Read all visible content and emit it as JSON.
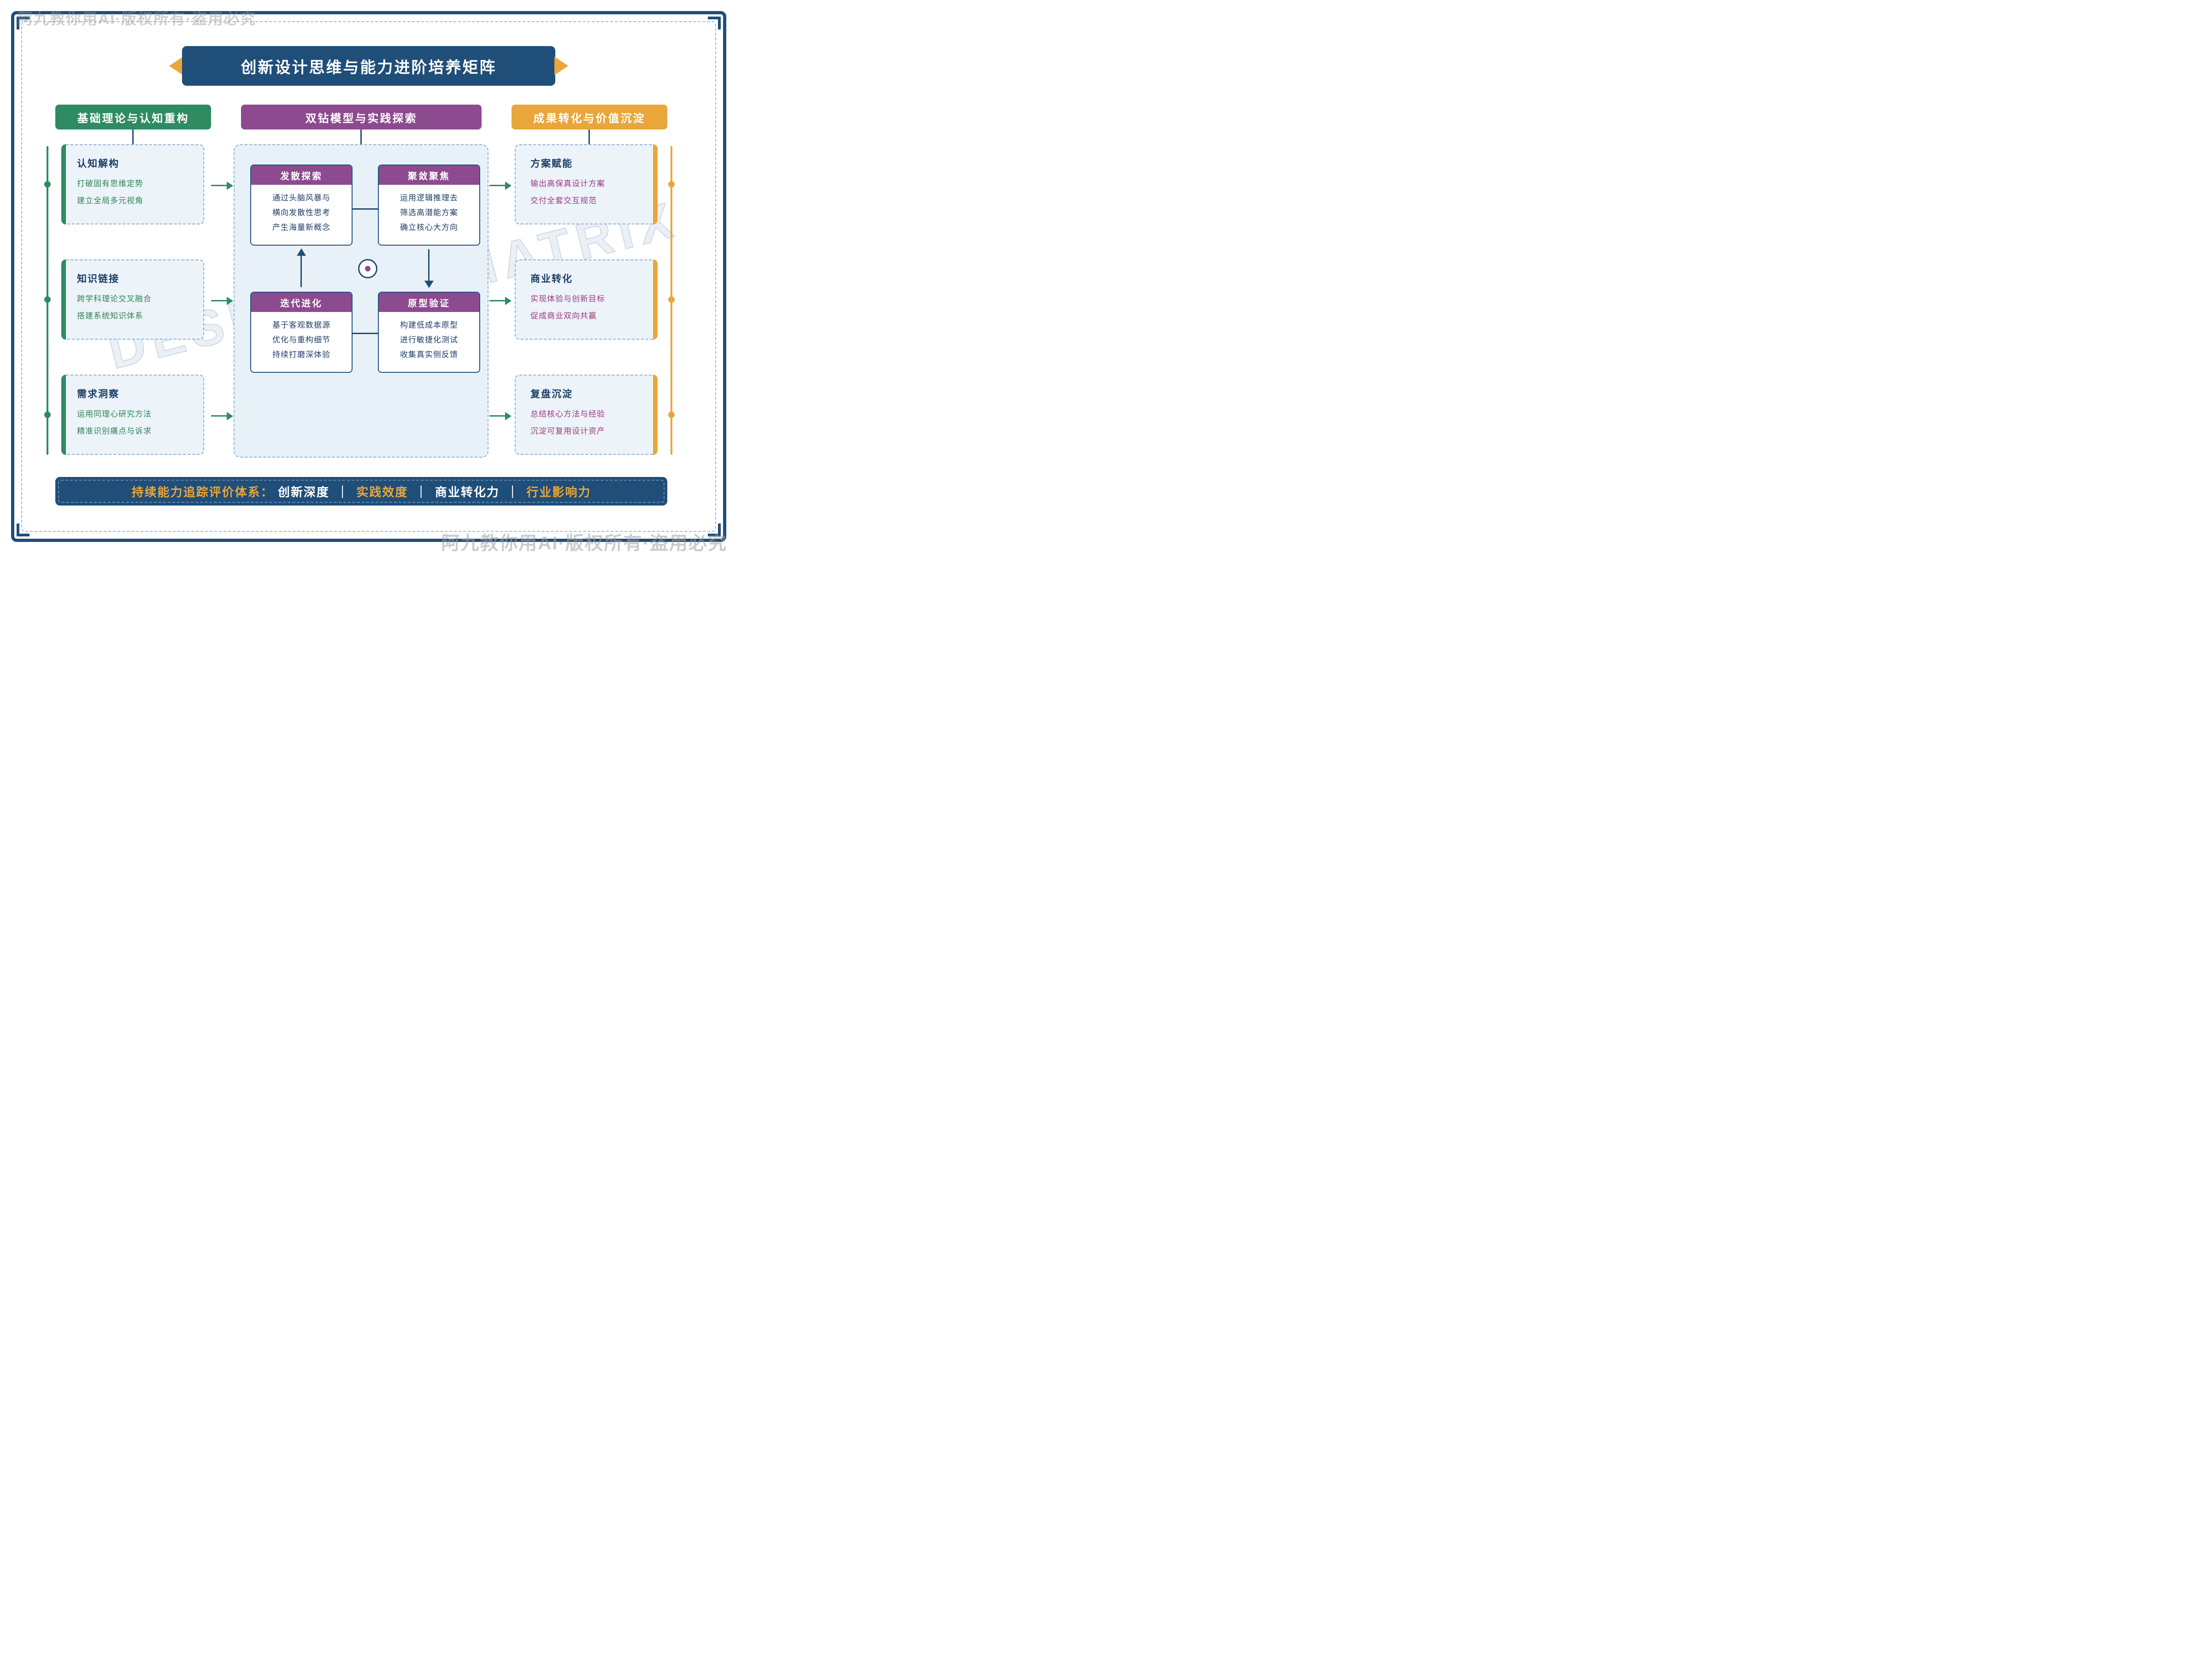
{
  "title_banner": {
    "text": "创新设计思维与能力进阶培养矩阵"
  },
  "watermarks": {
    "copyright_top": "阿九教你用AI·版权所有·盗用必究",
    "copyright_bottom": "阿九教你用AI·版权所有·盗用必究",
    "bg_left": "DESIGN",
    "bg_right": "MATRIX"
  },
  "left_column": {
    "header": "基础理论与认知重构",
    "cards": [
      {
        "title": "认知解构",
        "lines": [
          "打破固有思维定势",
          "建立全局多元视角"
        ]
      },
      {
        "title": "知识链接",
        "lines": [
          "跨学科理论交叉融合",
          "搭建系统知识体系"
        ]
      },
      {
        "title": "需求洞察",
        "lines": [
          "运用同理心研究方法",
          "精准识别痛点与诉求"
        ]
      }
    ]
  },
  "middle_column": {
    "header": "双钻模型与实践探索",
    "boxes": [
      {
        "title": "发散探索",
        "lines": [
          "通过头脑风暴与",
          "横向发散性思考",
          "产生海量新概念"
        ]
      },
      {
        "title": "聚敛聚焦",
        "lines": [
          "运用逻辑推理去",
          "筛选高潜能方案",
          "确立核心大方向"
        ]
      },
      {
        "title": "迭代进化",
        "lines": [
          "基于客观数据源",
          "优化与重构细节",
          "持续打磨深体验"
        ]
      },
      {
        "title": "原型验证",
        "lines": [
          "构建低成本原型",
          "进行敏捷化测试",
          "收集真实侧反馈"
        ]
      }
    ]
  },
  "right_column": {
    "header": "成果转化与价值沉淀",
    "cards": [
      {
        "title": "方案赋能",
        "lines": [
          "输出高保真设计方案",
          "交付全套交互规范"
        ]
      },
      {
        "title": "商业转化",
        "lines": [
          "实现体验与创新目标",
          "促成商业双向共赢"
        ]
      },
      {
        "title": "复盘沉淀",
        "lines": [
          "总结核心方法与经验",
          "沉淀可复用设计资产"
        ]
      }
    ]
  },
  "footer": {
    "lead": "持续能力追踪评价体系：",
    "separator": "｜",
    "items": [
      "创新深度",
      "实践效度",
      "商业转化力",
      "行业影响力"
    ]
  },
  "colors": {
    "navy": "#1f4e79",
    "green": "#2e8b62",
    "purple": "#8c4a8f",
    "gold": "#e9a63b",
    "card-bg": "#ecf3f9",
    "dash-blue": "#8fb3d2",
    "green-text": "#2e8457",
    "purple-text": "#9c3a7d",
    "navy-text": "#1c3e63"
  }
}
